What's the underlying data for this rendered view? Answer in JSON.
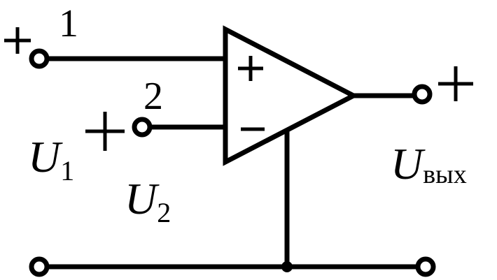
{
  "diagram": {
    "terminal_1_label": "1",
    "terminal_2_label": "2",
    "input_1": {
      "symbol": "U",
      "subscript": "1"
    },
    "input_2": {
      "symbol": "U",
      "subscript": "2"
    },
    "output": {
      "symbol": "U",
      "subscript": "вых"
    }
  }
}
